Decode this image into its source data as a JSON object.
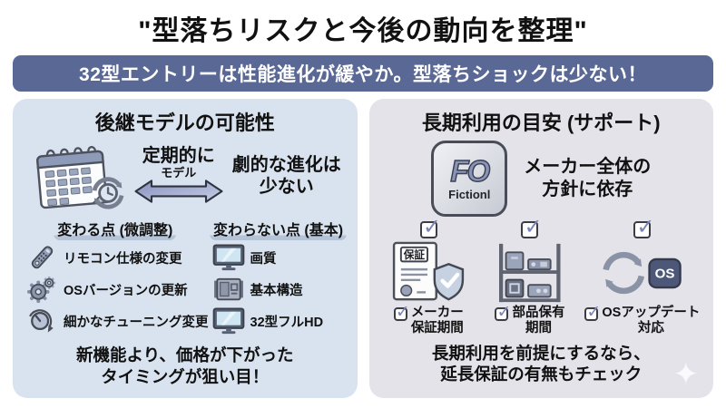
{
  "title": "\"型落ちリスクと今後の動向を整理\"",
  "banner": "32型エントリーは性能進化が緩やか。型落ちショックは少ない！",
  "glyphs": {
    "check": "✓",
    "sparkle": "✦"
  },
  "colors": {
    "banner_bg": "#5a6896",
    "left_panel_bg": "#d9e3ef",
    "right_panel_bg": "#e4e3ea",
    "accent_slate": "#8a94b8",
    "check_color": "#7b85b8"
  },
  "left_panel": {
    "title": "後継モデルの可能性",
    "cycle": {
      "period_label": "定期的に",
      "arrow_label": "モデル",
      "result_line1": "劇的な進化は",
      "result_line2": "少ない"
    },
    "changes": {
      "header": "変わる点 (微調整)",
      "items": [
        {
          "icon": "remote-icon",
          "label": "リモコン仕様の変更"
        },
        {
          "icon": "gears-icon",
          "label": "OSバージョンの更新"
        },
        {
          "icon": "dial-icon",
          "label": "細かなチューニング変更"
        }
      ]
    },
    "unchanged": {
      "header": "変わらない点 (基本)",
      "items": [
        {
          "icon": "tv-icon",
          "label": "画質"
        },
        {
          "icon": "circuit-board-icon",
          "label": "基本構造"
        },
        {
          "icon": "tv-icon",
          "label": "32型フルHD"
        }
      ]
    },
    "footer_line1": "新機能より、価格が下がった",
    "footer_line2": "タイミングが狙い目！"
  },
  "right_panel": {
    "title": "長期利用の目安 (サポート)",
    "brand": {
      "logo_main": "FO",
      "logo_sub": "Fictionl",
      "line1": "メーカー全体の",
      "line2": "方針に依存"
    },
    "supports": [
      {
        "icon": "warranty-shield-icon",
        "badge": "保証",
        "label_line1": "メーカー",
        "label_line2": "保証期間"
      },
      {
        "icon": "parts-shelf-icon",
        "label_line1": "部品保有",
        "label_line2": "期間"
      },
      {
        "icon": "os-update-icon",
        "badge": "OS",
        "label_line1": "OSアップデート",
        "label_line2": "対応"
      }
    ],
    "footer_line1": "長期利用を前提にするなら、",
    "footer_line2": "延長保証の有無もチェック"
  }
}
